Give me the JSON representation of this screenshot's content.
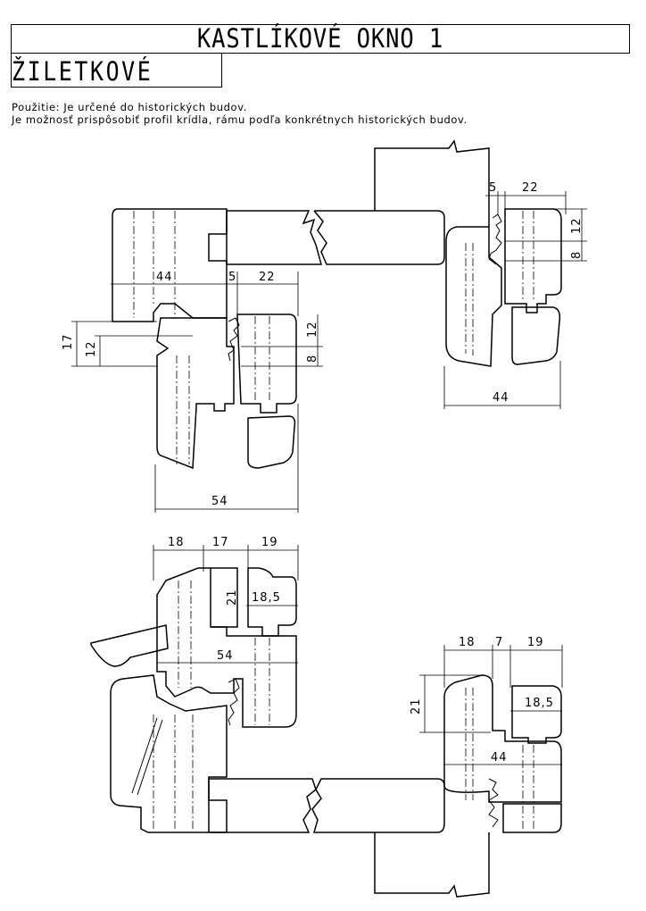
{
  "header": {
    "title": "KASTLÍKOVÉ OKNO 1",
    "subtitle": "ŽILETKOVÉ"
  },
  "description": {
    "line1": "Použitie: Je určené do historických budov.",
    "line2": "Je možnosť prispôsobiť profil krídla, rámu podľa konkrétnych historických budov."
  },
  "dimensions": {
    "top_right": {
      "d5": "5",
      "d22": "22",
      "d12": "12",
      "d8": "8",
      "d44": "44"
    },
    "top_left": {
      "d44": "44",
      "d5": "5",
      "d22": "22",
      "d17": "17",
      "d12": "12",
      "d12b": "12",
      "d8": "8",
      "d54": "54"
    },
    "bottom_left": {
      "d18": "18",
      "d17": "17",
      "d19": "19",
      "d21": "21",
      "d18_5": "18,5",
      "d54": "54"
    },
    "bottom_right": {
      "d18": "18",
      "d7": "7",
      "d19": "19",
      "d21": "21",
      "d18_5": "18,5",
      "d44": "44"
    }
  }
}
